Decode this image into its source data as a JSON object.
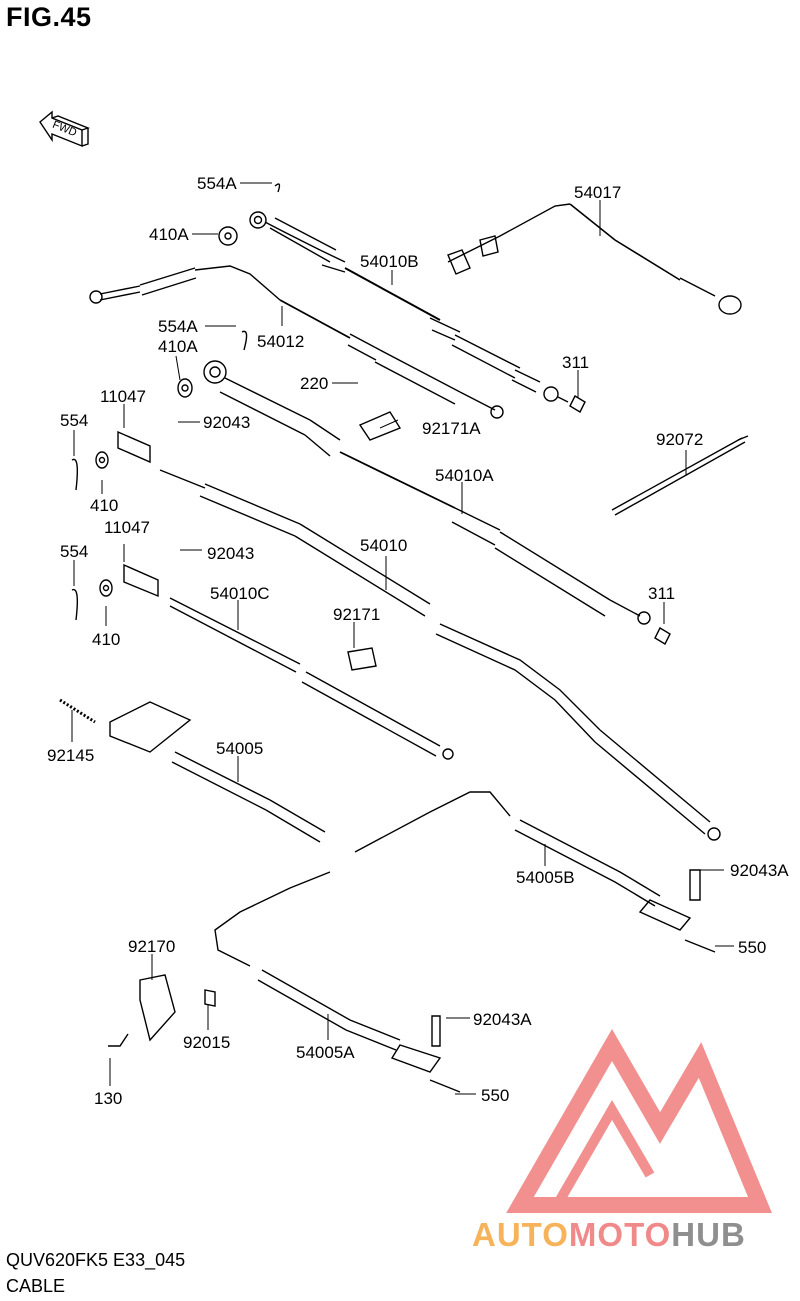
{
  "figure": {
    "title": "FIG.45"
  },
  "direction_marker": {
    "label": "FWD"
  },
  "callouts": {
    "c554A_1": "554A",
    "c410A_1": "410A",
    "c54010B": "54010B",
    "c54017": "54017",
    "c54012": "54012",
    "c554A_2": "554A",
    "c410A_2": "410A",
    "c311_1": "311",
    "c220": "220",
    "c11047_1": "11047",
    "c92043_1": "92043",
    "c92171A": "92171A",
    "c554_1": "554",
    "c92072": "92072",
    "c54010A": "54010A",
    "c410_1": "410",
    "c11047_2": "11047",
    "c54010": "54010",
    "c92043_2": "92043",
    "c554_2": "554",
    "c54010C": "54010C",
    "c311_2": "311",
    "c92171": "92171",
    "c410_2": "410",
    "c92145": "92145",
    "c54005": "54005",
    "c92043A_1": "92043A",
    "c54005B": "54005B",
    "c550_1": "550",
    "c92170": "92170",
    "c92043A_2": "92043A",
    "c92015": "92015",
    "c54005A": "54005A",
    "c130": "130",
    "c550_2": "550"
  },
  "footer": {
    "model_code": "QUV620FK5 E33_045",
    "section_name": "CABLE"
  },
  "watermark": {
    "word_part1": "AUTO",
    "word_part2": "MOTO",
    "word_part3": "HUB",
    "colors": {
      "auto": "#f6b35a",
      "moto": "#f08a8a",
      "hub": "#8f8f8f",
      "logo": "#f07c7c"
    }
  }
}
